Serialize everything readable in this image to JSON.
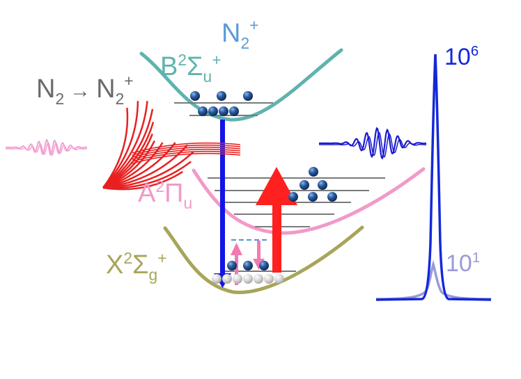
{
  "labels": {
    "ion_species": {
      "main": "N",
      "sub": "2",
      "sup": "+"
    },
    "process": {
      "left_main": "N",
      "left_sub": "2",
      "arrow": "→",
      "right_main": "N",
      "right_sub": "2",
      "right_sup": "+"
    },
    "state_B": {
      "main": "B",
      "sup_pre": "2",
      "greek": "Σ",
      "sub": "u",
      "sup": "+"
    },
    "state_A": {
      "main": "A",
      "sup_pre": "2",
      "greek": "Π",
      "sub": "u"
    },
    "state_X": {
      "main": "X",
      "sup_pre": "2",
      "greek": "Σ",
      "sub": "g",
      "sup": "+"
    },
    "intensity_high": {
      "base": "10",
      "exp": "6"
    },
    "intensity_low": {
      "base": "10",
      "exp": "1"
    }
  },
  "colors": {
    "ion_label": "#5b9bd5",
    "process_label": "#6b6b6b",
    "B_curve": "#5fb3ae",
    "A_curve": "#f19ac8",
    "X_curve": "#a8a55a",
    "level_lines": "#7a7a7a",
    "emission_arrow": "#1414e6",
    "pump_arrow": "#ff2020",
    "small_arrows": "#f27ab0",
    "dashed_level": "#5b9bd5",
    "spectrum_high": "#1428d8",
    "spectrum_low": "#9a9ad8",
    "laser_pulse": "#e82020",
    "seed_pulse": "#f2a0d0",
    "emitted_pulse": "#1a1ad0",
    "dark_ball": "#1e4d8c",
    "light_ball": "#d0d0d0"
  },
  "icons": {
    "population_dark": "dark-blue-sphere",
    "population_light": "light-gray-sphere"
  }
}
